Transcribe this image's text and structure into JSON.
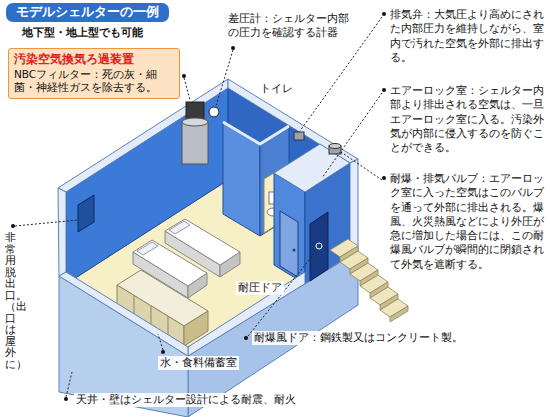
{
  "diagram": {
    "title": "モデルシェルターの一例",
    "nodes": [
      {
        "text": [
          "汚染空気換気ろ過装置",
          "NBCフィルター：死の灰・細菌・神経性ガスを除去する。"
        ]
      }
    ],
    "labels": [
      "地下型・地上型でも可能",
      "差圧計：シェルター内部の圧力を確認する計器",
      "トイレ",
      "排気弁：大気圧より高めにされた内部圧力を維持しながら、室内で汚れた空気を外部に排出する。",
      "エアーロック室：シェルター内部より排出される空気は、一旦エアーロック室に入る。汚染外気が内部に侵入するのを防ぐことができる。",
      "耐圧ドア",
      "耐爆・排気バルブ：エアーロック室に入った空気はこのバルブを通って外部に排出される。爆風、火災熱風などにより外圧が急に増加した場合には、この耐爆風バルブが瞬間的に閉鎖されて外気を遮断する。",
      "非常用脱出口。（出口は屋外に）",
      "耐爆風ドア：鋼鉄製又はコンクリート製。",
      "水・食料備蓄室",
      "天井・壁はシェルター設計による耐震、耐火"
    ]
  }
}
